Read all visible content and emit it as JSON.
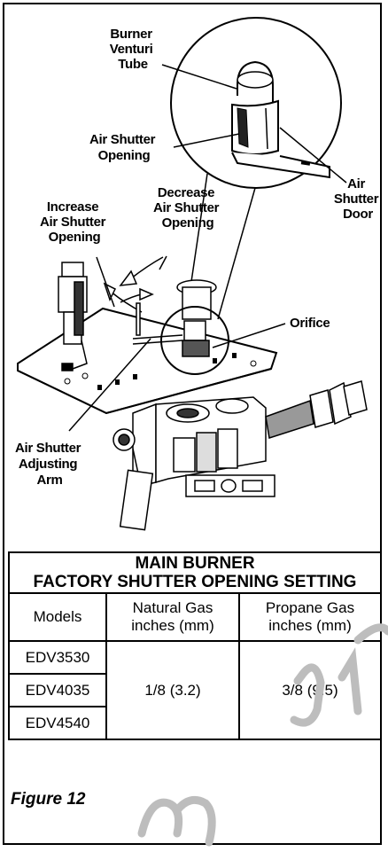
{
  "labels": {
    "burner_venturi_tube": [
      "Burner",
      "Venturi",
      "Tube"
    ],
    "air_shutter_opening": [
      "Air Shutter",
      "Opening"
    ],
    "air_shutter_door": [
      "Air",
      "Shutter",
      "Door"
    ],
    "decrease_air_shutter_opening": [
      "Decrease",
      "Air Shutter",
      "Opening"
    ],
    "increase_air_shutter_opening": [
      "Increase",
      "Air Shutter",
      "Opening"
    ],
    "orifice": "Orifice",
    "air_shutter_adjusting_arm": [
      "Air Shutter",
      "Adjusting",
      "Arm"
    ]
  },
  "table": {
    "title_line1": "MAIN BURNER",
    "title_line2": "FACTORY SHUTTER OPENING SETTING",
    "headers": {
      "models": "Models",
      "natural_gas": [
        "Natural Gas",
        "inches (mm)"
      ],
      "propane_gas": [
        "Propane Gas",
        "inches (mm)"
      ]
    },
    "models": [
      "EDV3530",
      "EDV4035",
      "EDV4540"
    ],
    "natural_gas_value": "1/8 (3.2)",
    "propane_gas_value": "3/8 (9.5)"
  },
  "caption": "Figure 12",
  "watermark_color": "#bdbdbd"
}
